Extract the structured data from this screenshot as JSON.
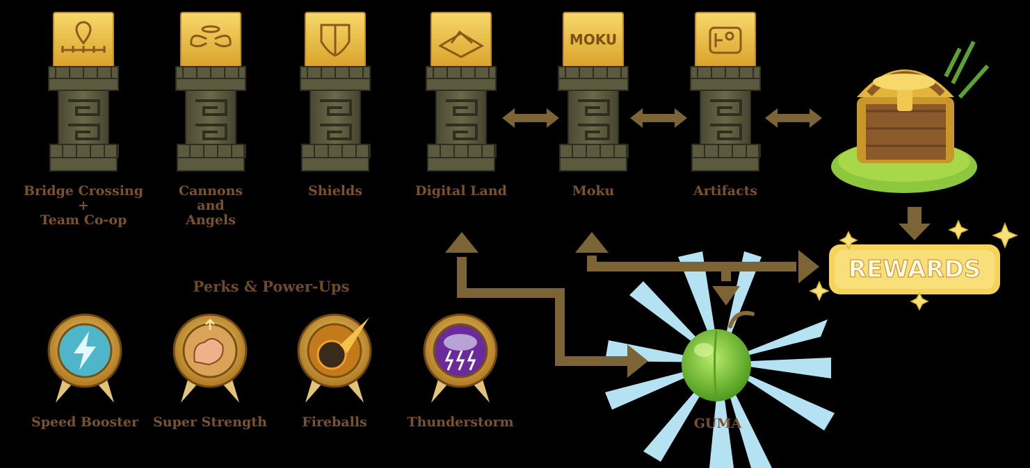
{
  "pillars": [
    {
      "label": "Bridge Crossing\n+\nTeam Co-op",
      "icon": "bridge-pin-icon"
    },
    {
      "label": "Cannons\nand\nAngels",
      "icon": "angel-wings-icon"
    },
    {
      "label": "Shields",
      "icon": "shield-icon"
    },
    {
      "label": "Digital Land",
      "icon": "mountain-land-icon"
    },
    {
      "label": "Moku",
      "icon": "moku-text-icon",
      "stone_text": "MOKU"
    },
    {
      "label": "Artifacts",
      "icon": "artifact-glyph-icon"
    }
  ],
  "perks_title": "Perks & Power-Ups",
  "perks": [
    {
      "label": "Speed Booster",
      "icon": "lightning-bolt-icon"
    },
    {
      "label": "Super Strength",
      "icon": "flexed-arm-icon"
    },
    {
      "label": "Fireballs",
      "icon": "fireball-icon"
    },
    {
      "label": "Thunderstorm",
      "icon": "storm-cloud-icon"
    }
  ],
  "rewards_label": "REWARDS",
  "guma_label": "GUMA",
  "chest_icon": "treasure-chest-icon",
  "colors": {
    "arrow": "#7d6436",
    "label": "#7a5230",
    "gold": "#e8b83a",
    "stone": "#5c5a3e",
    "ray": "#bfefff",
    "guma": "#7cc43a",
    "rewards_bg": "#f6d35a"
  }
}
